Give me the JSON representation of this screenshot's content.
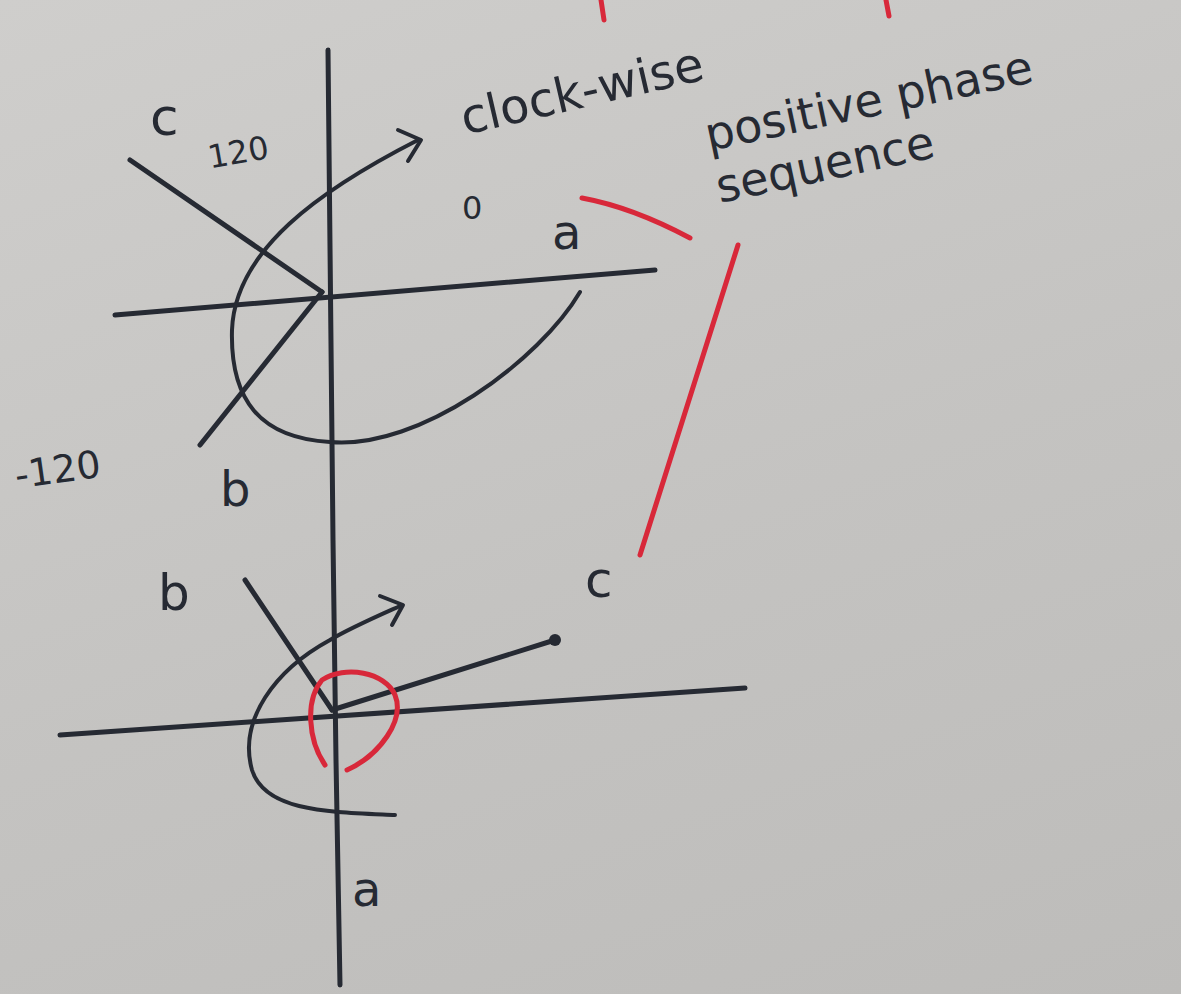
{
  "diagram": {
    "labels": [
      "clock-wise",
      "positive phase sequence",
      "c",
      "120",
      "0",
      "a",
      "-120",
      "b",
      "b",
      "c",
      "a"
    ]
  }
}
